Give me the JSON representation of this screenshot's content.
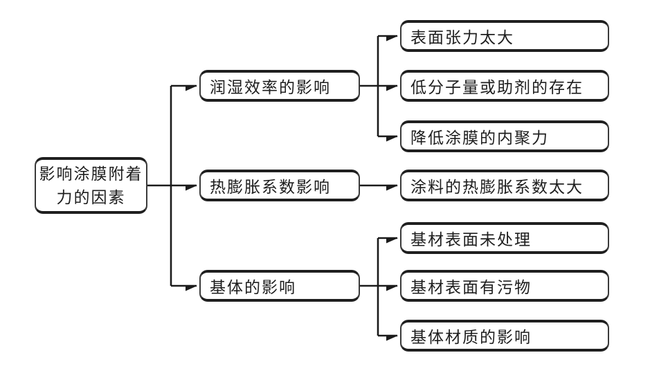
{
  "diagram": {
    "title": "影响涂膜附着力的因素",
    "type": "tree-flowchart",
    "colors": {
      "background": "#ffffff",
      "line": "#1b1b1b",
      "box_border": "#2e2e2e",
      "text": "#1e1e1e"
    },
    "root": {
      "label": "影响涂膜附着\n力的因素"
    },
    "branches": [
      {
        "label": "润湿效率的影响",
        "children": [
          "表面张力太大",
          "低分子量或助剂的存在",
          "降低涂膜的内聚力"
        ]
      },
      {
        "label": "热膨胀系数影响",
        "children": [
          "涂料的热膨胀系数太大"
        ]
      },
      {
        "label": "基体的影响",
        "children": [
          "基材表面未处理",
          "基材表面有污物",
          "基体材质的影响"
        ]
      }
    ]
  }
}
